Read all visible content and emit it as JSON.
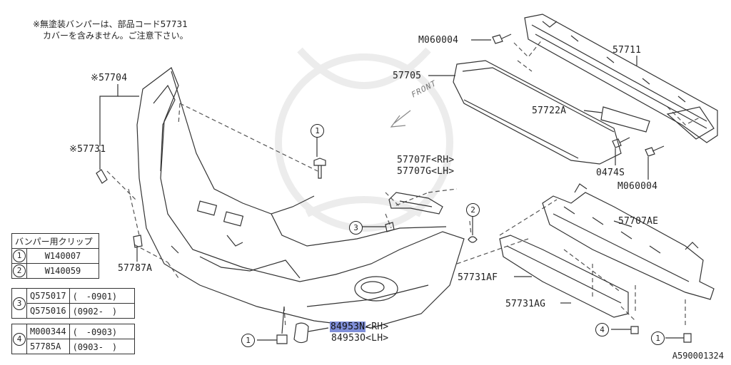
{
  "note": {
    "line1": "※無塗装バンパーは、部品コード57731",
    "line2": "カバーを含みません。ご注意下さい。"
  },
  "labels": {
    "p57704": "※57704",
    "p57731s": "※57731",
    "p57787A": "57787A",
    "pM060004a": "M060004",
    "p57705": "57705",
    "p57711": "57711",
    "p57722A": "57722A",
    "p0474S": "0474S",
    "pM060004b": "M060004",
    "p57707F": "57707F<RH>",
    "p57707G": "57707G<LH>",
    "p57707AE": "57707AE",
    "p57731AF": "57731AF",
    "p57731AG": "57731AG",
    "p84953N": "84953N",
    "p84953N_side": "<RH>",
    "p84953O": "84953O<LH>",
    "front": "FRONT"
  },
  "callouts": {
    "c1": "1",
    "c2": "2",
    "c3": "3",
    "c4": "4"
  },
  "clip_table": {
    "header": "バンパー用クリップ",
    "rows": [
      {
        "num": "1",
        "code": "W140007"
      },
      {
        "num": "2",
        "code": "W140059"
      }
    ]
  },
  "table3": {
    "num": "3",
    "rows": [
      {
        "code": "Q575017",
        "range": "(　-0901)"
      },
      {
        "code": "Q575016",
        "range": "(0902-　)"
      }
    ]
  },
  "table4": {
    "num": "4",
    "rows": [
      {
        "code": "M000344",
        "range": "(　-0903)"
      },
      {
        "code": "57785A",
        "range": "(0903-　)"
      }
    ]
  },
  "reference": "A590001324",
  "colors": {
    "highlight": "#7f8fd9",
    "line": "#333333",
    "watermark": "#e6e6e6"
  }
}
